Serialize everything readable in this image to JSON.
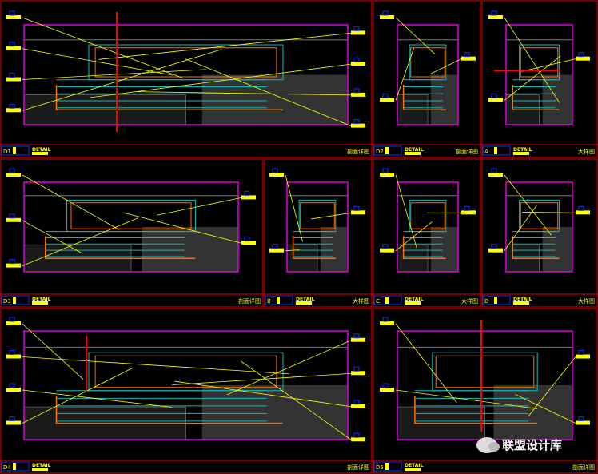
{
  "colors": {
    "frame": "#e00000",
    "border": "#e000e0",
    "detail": "#00c0c0",
    "tag": "#ffff00",
    "fill": "#333333",
    "accent": "#ff7000",
    "titlebox": "#1030ff"
  },
  "panels": [
    {
      "id": "D1",
      "title": "DETAIL",
      "scale": "剖面详图"
    },
    {
      "id": "D2",
      "title": "DETAIL",
      "scale": "剖面详图"
    },
    {
      "id": "A",
      "title": "DETAIL",
      "scale": "大样图"
    },
    {
      "id": "D3",
      "title": "DETAIL",
      "scale": "剖面详图"
    },
    {
      "id": "B",
      "title": "DETAIL",
      "scale": "大样图"
    },
    {
      "id": "C",
      "title": "DETAIL",
      "scale": "大样图"
    },
    {
      "id": "D",
      "title": "DETAIL",
      "scale": "大样图"
    },
    {
      "id": "D4",
      "title": "DETAIL",
      "scale": "剖面详图"
    },
    {
      "id": "D5",
      "title": "DETAIL",
      "scale": "剖面详图"
    }
  ],
  "watermark": "联盟设计库"
}
